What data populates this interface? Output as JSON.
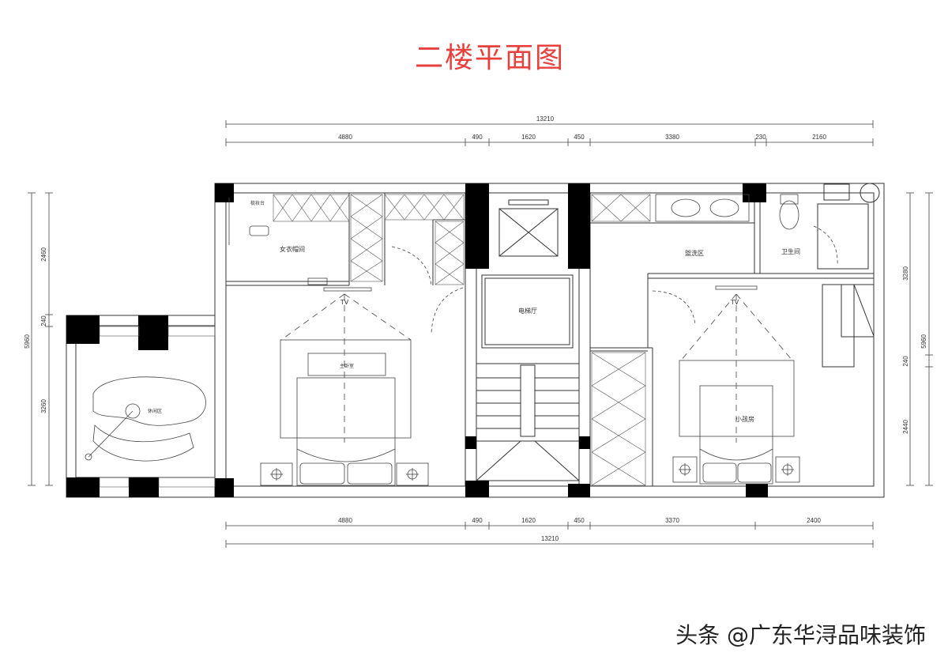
{
  "title": "二楼平面图",
  "watermark": "头条 @广东华浔品味装饰",
  "dims": {
    "top_total": "13210",
    "top": [
      "4880",
      "490",
      "1620",
      "450",
      "3380",
      "230",
      "2160"
    ],
    "bottom": [
      "4880",
      "490",
      "1620",
      "450",
      "3370",
      "2400"
    ],
    "bottom_total": "13210",
    "left_total": "5960",
    "left": [
      "2460",
      "240",
      "3260"
    ],
    "right_total": "5960",
    "right": [
      "3280",
      "240",
      "2440"
    ]
  },
  "rooms": {
    "closet": "女衣帽间",
    "master": "主卧室",
    "elevator": "电梯厅",
    "wash": "盥洗区",
    "wc": "卫生间",
    "small": "小孩房",
    "balcony": "休闲区",
    "cabinet": "梳妆台"
  },
  "tv": "TV"
}
